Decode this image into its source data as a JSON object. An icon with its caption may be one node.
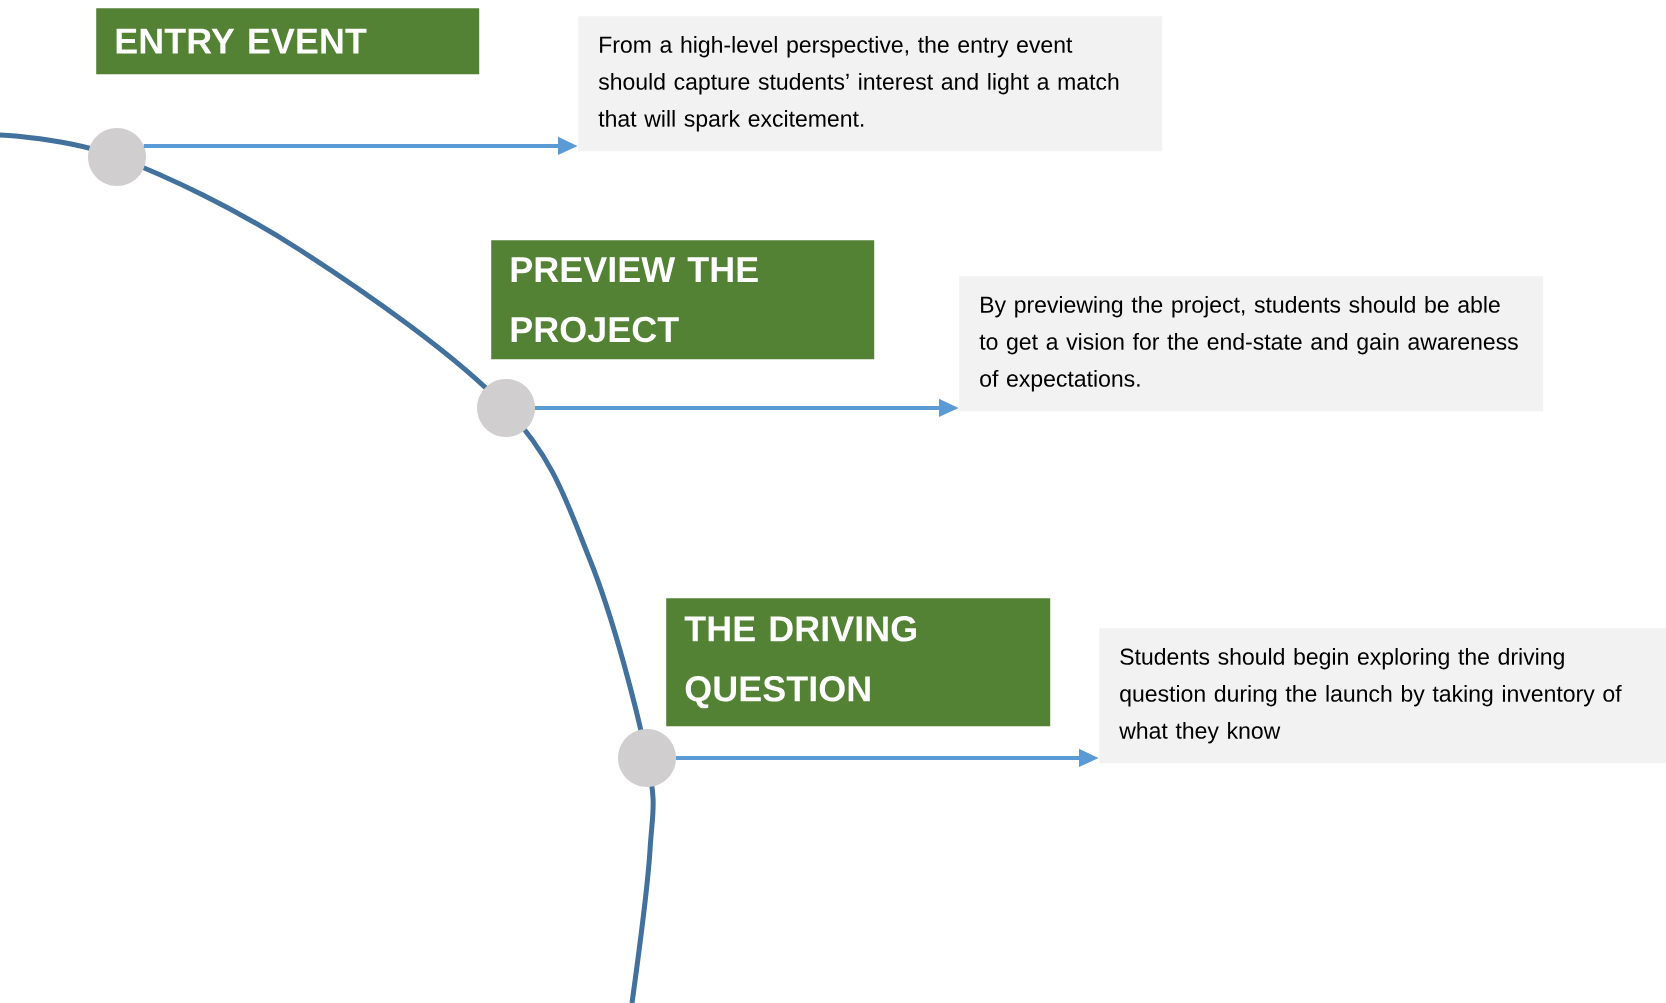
{
  "diagram": {
    "nodes": [
      {
        "text": [
          "ENTRY EVENT"
        ]
      },
      {
        "text": [],
        "shape": "circle"
      },
      {
        "text": [
          "From a high-level perspective, the entry event should capture students’ interest and light a match that will spark excitement."
        ]
      },
      {
        "text": [
          "PREVIEW THE PROJECT"
        ]
      },
      {
        "text": [],
        "shape": "circle"
      },
      {
        "text": [
          "By previewing the project, students should be able to get a vision for the end-state and gain awareness of expectations."
        ]
      },
      {
        "text": [
          "THE DRIVING QUESTION"
        ]
      },
      {
        "text": [],
        "shape": "circle"
      },
      {
        "text": [
          "Students should begin exploring the driving question during the launch by taking inventory of what they know"
        ]
      }
    ],
    "edges": [
      {
        "from": 1,
        "to": 2,
        "arrow": "to"
      },
      {
        "from": 4,
        "to": 5,
        "arrow": "to"
      },
      {
        "from": 7,
        "to": 8,
        "arrow": "to"
      }
    ]
  }
}
